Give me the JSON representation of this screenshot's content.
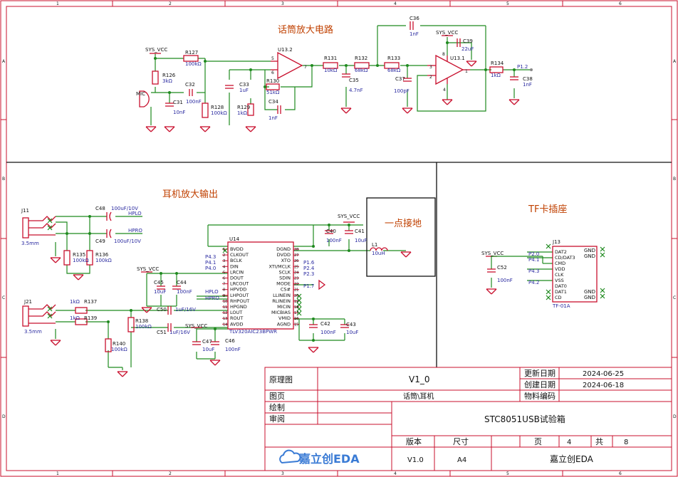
{
  "sheet": {
    "frame_color": "#c8102e",
    "wire_color": "#1f8a1f",
    "comp_color": "#c8102e",
    "label_color": "#c04000",
    "value_color": "#2a2aa0",
    "col_labels": [
      "1",
      "2",
      "3",
      "4",
      "5",
      "6"
    ],
    "row_labels": [
      "A",
      "B",
      "C",
      "D"
    ]
  },
  "sections": {
    "mic_amp": "话筒放大电路",
    "headphone": "耳机放大输出",
    "ground": "一点接地",
    "tf_card": "TF卡插座"
  },
  "net_labels": {
    "sys_vcc": "SYS_VCC",
    "hplo": "HPLO",
    "hpro": "HPRO",
    "p12": "P1.2"
  },
  "mic_section": {
    "mic": "MIC",
    "r126": "R126",
    "r126_v": "3kΩ",
    "r127": "R127",
    "r127_v": "100kΩ",
    "c31": "C31",
    "c31_v": "10nF",
    "c32": "C32",
    "c32_v": "100nF",
    "r128": "R128",
    "r128_v": "100kΩ",
    "c33": "C33",
    "c33_v": "1uF",
    "r129": "R129",
    "r129_v": "1kΩ",
    "r130": "R130",
    "r130_v": "51kΩ",
    "c34": "C34",
    "c34_v": "1nF",
    "u132": "U13.2",
    "r131": "R131",
    "r131_v": "10kΩ",
    "r132": "R132",
    "r132_v": "68kΩ",
    "c35": "C35",
    "c35_v": "4.7nF",
    "r133": "R133",
    "r133_v": "68kΩ",
    "c36": "C36",
    "c36_v": "1nF",
    "c37": "C37",
    "c37_v": "100pF",
    "c39": "C39",
    "c39_v": "22uF",
    "u131": "U13.1",
    "r134": "R134",
    "r134_v": "1kΩ",
    "c38": "C38",
    "c38_v": "1nF",
    "pins": {
      "p5": "5",
      "p6": "6",
      "p7": "7",
      "p3": "3",
      "p2": "2",
      "p1": "1",
      "p8": "8",
      "p4": "4"
    }
  },
  "headphone_section": {
    "j11": "J11",
    "j11_size": "3.5mm",
    "c48": "C48",
    "c48_v": "100uF/10V",
    "c49": "C49",
    "c49_v": "100uF/10V",
    "r135": "R135",
    "r135_v": "100kΩ",
    "r136": "R136",
    "r136_v": "100kΩ",
    "j21": "J21",
    "j21_size": "3.5mm",
    "r137": "R137",
    "r137_v": "1kΩ",
    "r139": "R139",
    "r139_v": "1kΩ",
    "r138": "R138",
    "r138_v": "100kΩ",
    "r140": "R140",
    "r140_v": "100kΩ",
    "c45": "C45",
    "c45_v": "10uF",
    "c44": "C44",
    "c44_v": "100nF",
    "c50": "C50",
    "c50_v": "1uF/16V",
    "c51": "C51",
    "c51_v": "1uF/16V",
    "c47": "C47",
    "c47_v": "10uF",
    "c46": "C46",
    "c46_v": "100nF",
    "c40": "C40",
    "c40_v": "100nF",
    "c41": "C41",
    "c41_v": "10uF",
    "l1": "L1",
    "l1_v": "10uH",
    "c42": "C42",
    "c42_v": "100nF",
    "c43": "C43",
    "c43_v": "10uF",
    "u14": "U14",
    "u14_part": "TLV320AIC23BPWR",
    "u14_left_pins": [
      "BVDD",
      "CLKOUT",
      "BCLK",
      "DIN",
      "LRCIN",
      "DOUT",
      "LRCOUT",
      "HPVDD",
      "LHPOUT",
      "RHPOUT",
      "HPGND",
      "LOUT",
      "ROUT",
      "AVDD"
    ],
    "u14_left_nums": [
      "1",
      "2",
      "3",
      "4",
      "5",
      "6",
      "7",
      "8",
      "9",
      "10",
      "11",
      "12",
      "13",
      "14"
    ],
    "u14_right_pins": [
      "DGND",
      "DVDD",
      "XTO",
      "XTI/MCLK",
      "SCLK",
      "SDIN",
      "MODE",
      "CS#",
      "LLINEIN",
      "RLINEIN",
      "MICIN",
      "MICBIAS",
      "VMID",
      "AGND"
    ],
    "u14_right_nums": [
      "28",
      "27",
      "26",
      "25",
      "24",
      "23",
      "22",
      "21",
      "20",
      "19",
      "18",
      "17",
      "16",
      "15"
    ],
    "left_nets": [
      "P4.3",
      "P4.1",
      "P4.0"
    ],
    "right_nets": [
      "P1.6",
      "P2.4",
      "P2.3",
      "P1.7"
    ]
  },
  "tf_section": {
    "j13": "J13",
    "part": "TF-01A",
    "c52": "C52",
    "c52_v": "100nF",
    "left_pins": [
      "DAT2",
      "CD/DAT3",
      "CMD",
      "VDD",
      "CLK",
      "VSS",
      "DAT0",
      "DAT1",
      "CD"
    ],
    "left_nets": [
      "P2.0",
      "P4.1",
      "",
      "",
      "P4.3",
      "",
      "P4.2",
      "",
      ""
    ],
    "gnd_pins": [
      "GND",
      "GND",
      "GND",
      "GND"
    ]
  },
  "title_block": {
    "schematic_label": "原理图",
    "version_value": "V1_0",
    "update_label": "更新日期",
    "update_date": "2024-06-25",
    "create_label": "创建日期",
    "create_date": "2024-06-18",
    "page_label": "图页",
    "page_name": "话筒\\耳机",
    "material_label": "物料编码",
    "draw_label": "绘制",
    "review_label": "审阅",
    "project_name": "STC8051USB试验箱",
    "ver_label": "版本",
    "size_label": "尺寸",
    "page_word": "页",
    "page_num": "4",
    "total_word": "共",
    "total_num": "8",
    "ver_value": "V1.0",
    "size_value": "A4",
    "company": "嘉立创EDA",
    "logo_text": "嘉立创EDA",
    "logo_color": "#3a7bd5"
  }
}
